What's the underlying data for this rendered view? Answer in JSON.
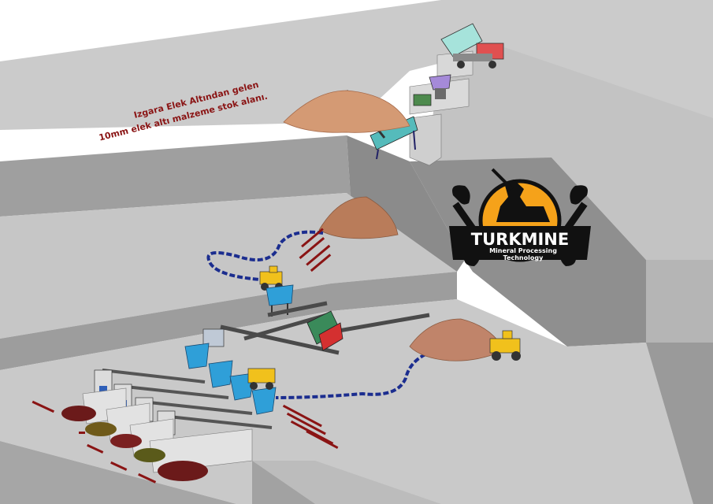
{
  "logo": {
    "brand": "TURKMINE",
    "tagline_line1": "Mineral Processing",
    "tagline_line2": "Technology"
  },
  "annotations": {
    "top_line1": "Izgara Elek Altından gelen",
    "top_line2": "10mm elek altı malzeme stok alanı."
  },
  "colors": {
    "ground": "#c8c8c8",
    "ground_light": "#d4d4d4",
    "wall": "#9b9b9b",
    "wall_dark": "#868686",
    "stockpile": "#d49a74",
    "stockpile_dark": "#b77a58",
    "conveyor_path": "#1b2d8f",
    "label_red": "#8a1414",
    "machine_blue": "#2f9fd8",
    "loader_yellow": "#f1c11c",
    "truck_cyan": "#a6e3db",
    "truck_red": "#e05050",
    "logo_orange": "#f5a21a",
    "logo_black": "#111111"
  },
  "icons": [
    "dump-truck-icon",
    "wheel-loader-icon",
    "crusher-icon",
    "screen-icon",
    "bunker-icon",
    "stockpile-icon",
    "shovel-pickaxe-logo-icon"
  ]
}
